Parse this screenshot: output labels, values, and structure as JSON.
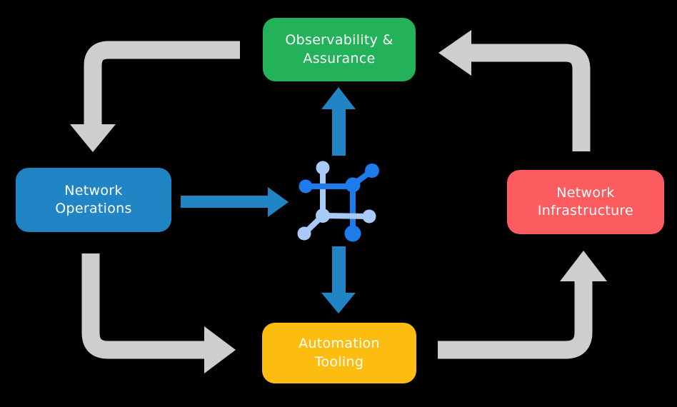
{
  "diagram": {
    "nodes": {
      "observability": {
        "label": "Observability & Assurance",
        "lines": [
          "Observability &",
          "Assurance"
        ],
        "color": "#23B15A"
      },
      "operations": {
        "label": "Network Operations",
        "lines": [
          "Network",
          "Operations"
        ],
        "color": "#2185C5"
      },
      "infrastructure": {
        "label": "Network Infrastructure",
        "lines": [
          "Network",
          "Infrastructure"
        ],
        "color": "#FC5B5F"
      },
      "automation": {
        "label": "Automation Tooling",
        "lines": [
          "Automation",
          "Tooling"
        ],
        "color": "#FDBD10"
      }
    },
    "center_icon": "network-mesh-icon",
    "connections": [
      {
        "from": "observability",
        "to": "operations",
        "style": "gray-corner-arrow"
      },
      {
        "from": "infrastructure",
        "to": "observability",
        "style": "gray-corner-arrow"
      },
      {
        "from": "operations",
        "to": "automation",
        "style": "gray-corner-arrow"
      },
      {
        "from": "automation",
        "to": "infrastructure",
        "style": "gray-corner-arrow"
      },
      {
        "from": "operations",
        "to": "center-icon",
        "style": "blue-straight-arrow"
      },
      {
        "from": "center-icon",
        "to": "observability",
        "style": "blue-straight-arrow"
      },
      {
        "from": "center-icon",
        "to": "automation",
        "style": "blue-straight-arrow"
      }
    ]
  },
  "colors": {
    "background": "#000000",
    "text": "#FFFFFF",
    "node_green": "#23B15A",
    "node_blue": "#2185C5",
    "node_red": "#FC5B5F",
    "node_yellow": "#FDBD10",
    "arrow_gray": "#CECECE",
    "arrow_blue": "#2185C5",
    "icon_dark_blue": "#1E7BEC",
    "icon_light_blue": "#A9C9F8"
  }
}
